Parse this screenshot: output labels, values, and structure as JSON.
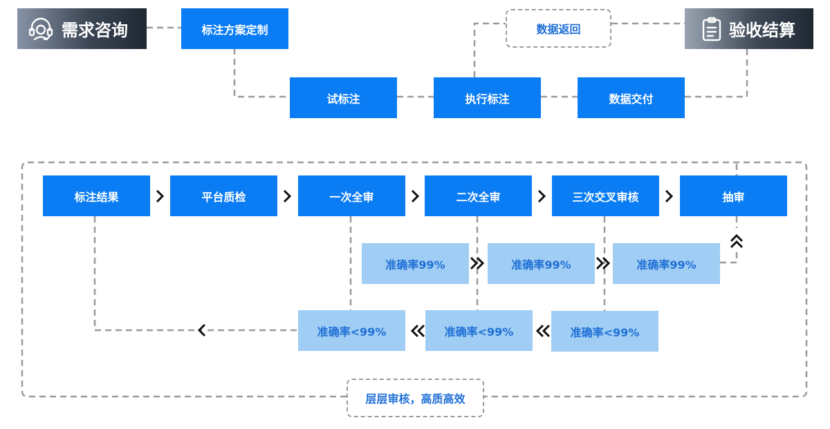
{
  "top_flow": {
    "start_label": "需求咨询",
    "start_icon": "headset-icon",
    "scheme": "标注方案定制",
    "trial": "试标注",
    "execute": "执行标注",
    "deliver": "数据交付",
    "return": "数据返回",
    "end_label": "验收结算",
    "end_icon": "clipboard-icon"
  },
  "review_flow": {
    "steps": [
      "标注结果",
      "平台质检",
      "一次全审",
      "二次全审",
      "三次交叉审核",
      "抽审"
    ],
    "pass": [
      "准确率99%",
      "准确率99%",
      "准确率99%"
    ],
    "fail": [
      "准确率<99%",
      "准确率<99%",
      "准确率<99%"
    ],
    "caption": "层层审核，高质高效"
  },
  "colors": {
    "primary": "#0a7cf4",
    "light": "#9fcdf3",
    "text_blue": "#1f6fd6",
    "dash": "#9a9a9a"
  }
}
